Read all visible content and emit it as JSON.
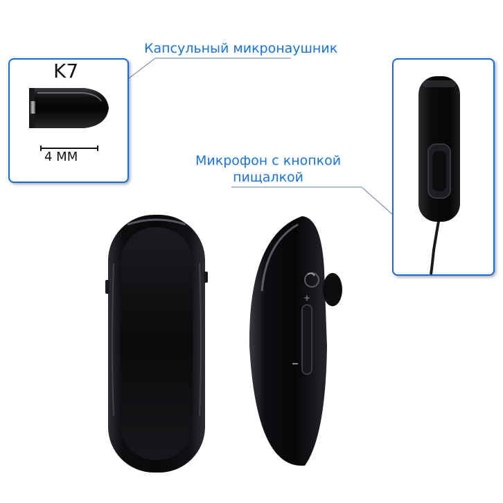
{
  "callouts": {
    "earpiece": "Капсульный микронаушник",
    "microphone_line1": "Микрофон с кнопкой",
    "microphone_line2": "пищалкой"
  },
  "earpiece_inset": {
    "model": "K7",
    "size_label": "4 MM"
  },
  "colors": {
    "accent": "#1a73d9",
    "frame_border": "#1769d8",
    "device": "#0a0a0d"
  }
}
